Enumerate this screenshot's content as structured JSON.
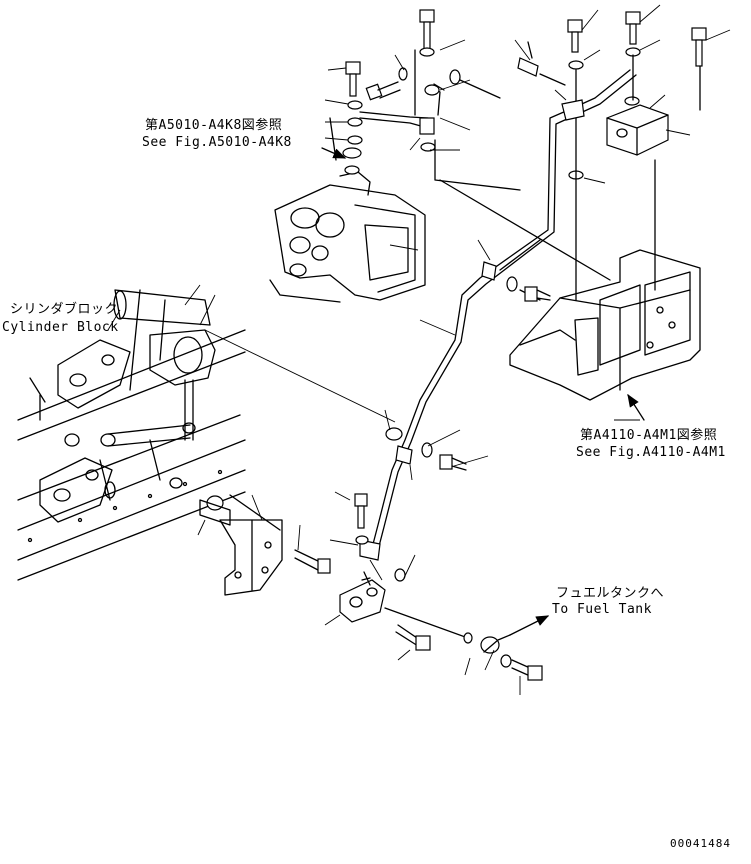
{
  "labels": {
    "ref_a5010_jp": "第A5010-A4K8図参照",
    "ref_a5010_en": "See Fig.A5010-A4K8",
    "cylinder_block_jp": "シリンダブロック",
    "cylinder_block_en": "Cylinder Block",
    "ref_a4110_jp": "第A4110-A4M1図参照",
    "ref_a4110_en": "See Fig.A4110-A4M1",
    "fuel_tank_jp": "フュエルタンクへ",
    "fuel_tank_en": "To Fuel Tank",
    "drawing_number": "00041484"
  },
  "colors": {
    "ink": "#000000",
    "paper": "#ffffff"
  },
  "icons": [
    "bolt-icon",
    "washer-icon",
    "arrow-icon",
    "clamp-icon",
    "banjo-fitting-icon"
  ]
}
